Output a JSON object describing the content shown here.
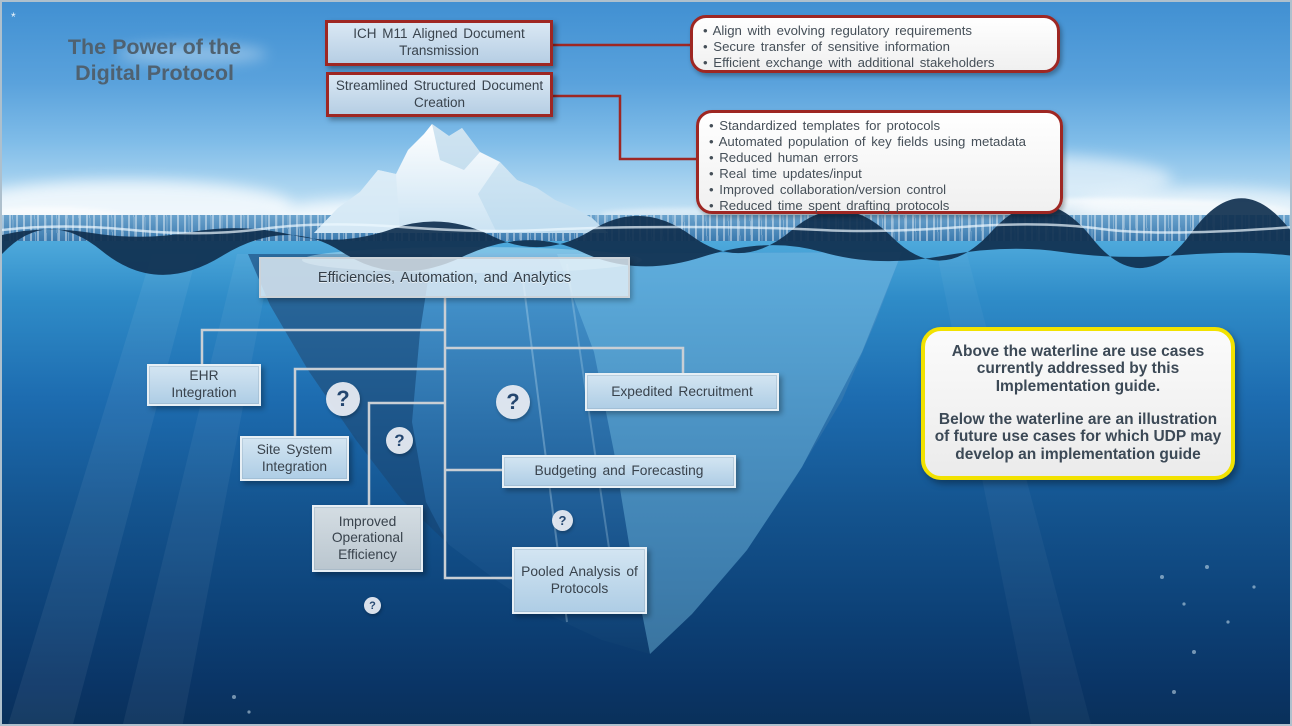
{
  "slide_marker": "*",
  "title": "The Power of the Digital Protocol",
  "above_water": {
    "boxes": [
      {
        "label": "ICH M11 Aligned Document Transmission"
      },
      {
        "label": "Streamlined Structured Document Creation"
      }
    ],
    "callouts": [
      {
        "bullets": [
          "Align with evolving regulatory requirements",
          "Secure transfer of sensitive information",
          "Efficient exchange with additional stakeholders"
        ]
      },
      {
        "bullets": [
          "Standardized templates for protocols",
          "Automated population of key fields using metadata",
          "Reduced human errors",
          "Real time updates/input",
          "Improved collaboration/version control",
          "Reduced time spent drafting protocols"
        ]
      }
    ]
  },
  "below_water": {
    "header": "Efficiencies, Automation, and Analytics",
    "nodes": [
      {
        "id": "ehr",
        "label": "EHR Integration"
      },
      {
        "id": "site",
        "label": "Site System Integration"
      },
      {
        "id": "improved",
        "label": "Improved Operational Efficiency"
      },
      {
        "id": "expedited",
        "label": "Expedited Recruitment"
      },
      {
        "id": "budgeting",
        "label": "Budgeting and Forecasting"
      },
      {
        "id": "pooled",
        "label": "Pooled Analysis of Protocols"
      }
    ],
    "question_mark": "?"
  },
  "legend": {
    "paragraph1": "Above the waterline are use cases currently addressed by this Implementation guide.",
    "paragraph2": "Below the waterline are an illustration of future use cases for which UDP may develop an implementation guide"
  },
  "colors": {
    "accent_red": "#9e2723",
    "accent_yellow": "#f2e200",
    "connector_gray": "#c9cfd5",
    "deep_water": "#0a3465"
  }
}
